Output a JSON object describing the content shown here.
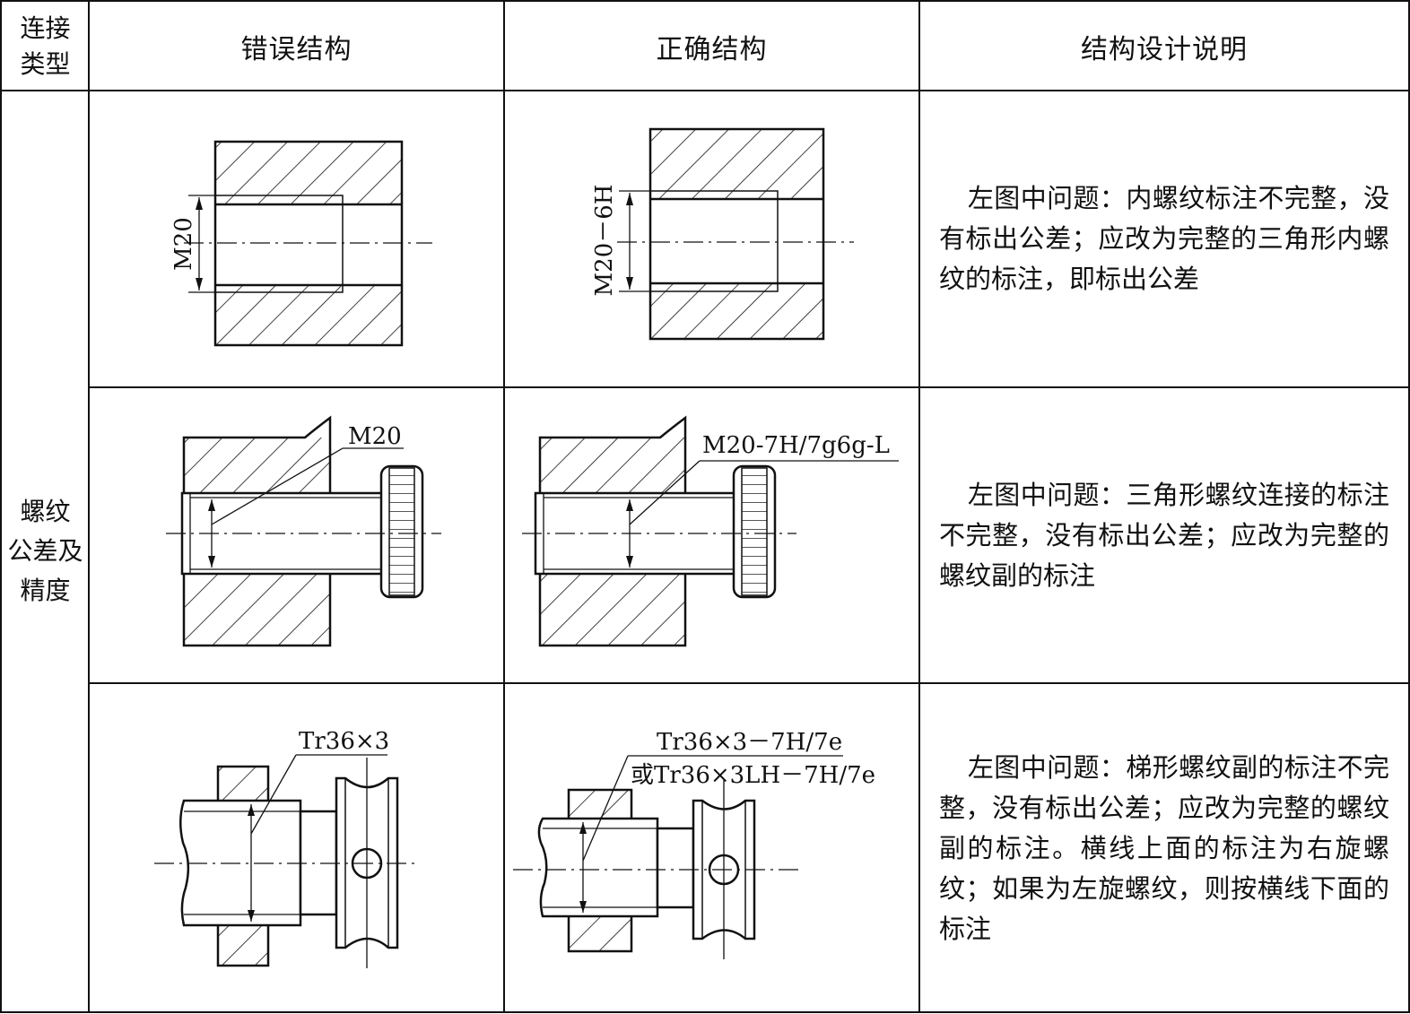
{
  "header": {
    "type": "连接类型",
    "type_line1": "连接",
    "type_line2": "类型",
    "wrong": "错误结构",
    "correct": "正确结构",
    "note": "结构设计说明"
  },
  "category": {
    "line1": "螺纹",
    "line2": "公差及",
    "line3": "精度"
  },
  "rows": [
    {
      "wrong_label": "M20",
      "correct_label": "M20－6H",
      "note": "左图中问题：内螺纹标注不完整，没有标出公差；应改为完整的三角形内螺纹的标注，即标出公差"
    },
    {
      "wrong_label": "M20",
      "correct_label": "M20-7H/7g6g-L",
      "note": "左图中问题：三角形螺纹连接的标注不完整，没有标出公差；应改为完整的螺纹副的标注"
    },
    {
      "wrong_label": "Tr36×3",
      "correct_label_1": "Tr36×3－7H/7e",
      "correct_label_2": "或Tr36×3LH－7H/7e",
      "note": "左图中问题：梯形螺纹副的标注不完整，没有标出公差；应改为完整的螺纹副的标注。横线上面的标注为右旋螺纹；如果为左旋螺纹，则按横线下面的标注"
    }
  ]
}
